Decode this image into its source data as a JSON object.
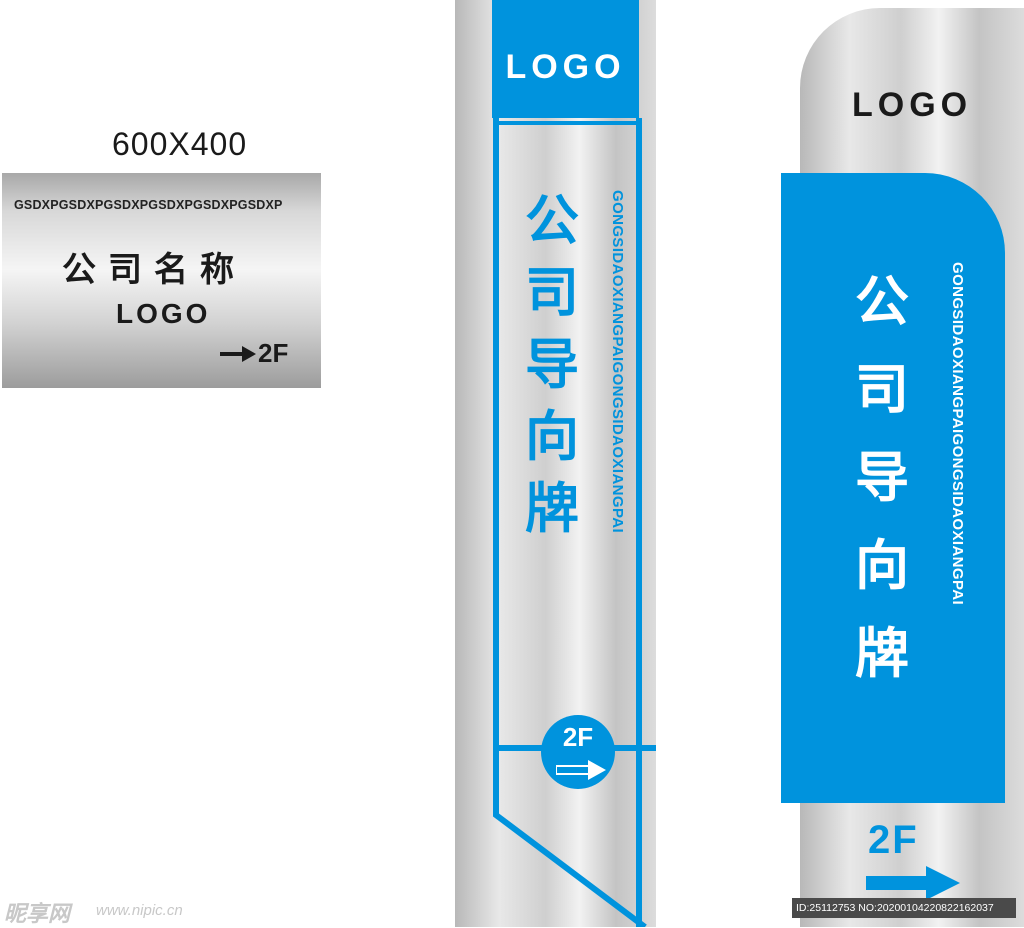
{
  "plate": {
    "size_label": "600X400",
    "code_text": "GSDXPGSDXPGSDXPGSDXPGSDXPGSDXP",
    "company_name": "公司名称",
    "logo": "LOGO",
    "floor": "2F"
  },
  "sign2": {
    "logo": "LOGO",
    "chars": [
      "公",
      "司",
      "导",
      "向",
      "牌"
    ],
    "pinyin": "GONGSIDAOXIANGPAIGONGSIDAOXIANGPAI",
    "floor": "2F"
  },
  "sign3": {
    "logo": "LOGO",
    "chars": [
      "公",
      "司",
      "导",
      "向",
      "牌"
    ],
    "pinyin": "GONGSIDAOXIANGPAIGONGSIDAOXIANGPAI",
    "floor": "2F"
  },
  "watermark": {
    "site": "昵享网",
    "url": "www.nipic.cn",
    "id": "ID:25112753 NO:20200104220822162037"
  },
  "colors": {
    "brand_blue": "#0093dd",
    "text_dark": "#1a1a1a",
    "metal": "#d8d8d8"
  },
  "icons": [
    "arrow-right-icon"
  ]
}
